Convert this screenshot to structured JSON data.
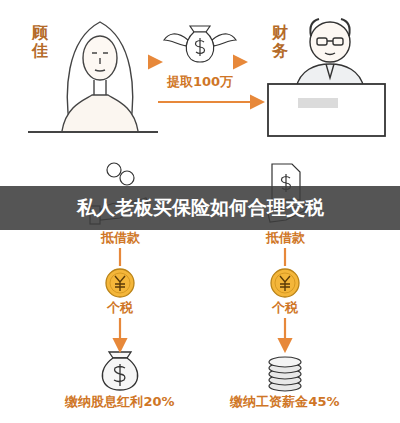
{
  "diagram": {
    "title": "私人老板买保险如何合理交税",
    "nodes": [
      {
        "text": [
          "顾佳"
        ]
      },
      {
        "text": [
          "提取100万"
        ]
      },
      {
        "text": [
          "财务"
        ]
      },
      {
        "text": [
          "抵借款"
        ]
      },
      {
        "text": [
          "个税"
        ]
      },
      {
        "text": [
          "缴纳股息红利20%"
        ]
      },
      {
        "text": [
          "抵借款"
        ]
      },
      {
        "text": [
          "个税"
        ]
      },
      {
        "text": [
          "缴纳工资薪金45%"
        ]
      }
    ],
    "edges": [
      {
        "from": 0,
        "to": 2,
        "arrow": "to"
      },
      {
        "from": 1,
        "to": 3,
        "arrow": "to"
      },
      {
        "from": 1,
        "to": 6,
        "arrow": "to"
      },
      {
        "from": 3,
        "to": 4,
        "arrow": "none"
      },
      {
        "from": 4,
        "to": 5,
        "arrow": "to"
      },
      {
        "from": 6,
        "to": 7,
        "arrow": "none"
      },
      {
        "from": 7,
        "to": 8,
        "arrow": "to"
      }
    ]
  }
}
